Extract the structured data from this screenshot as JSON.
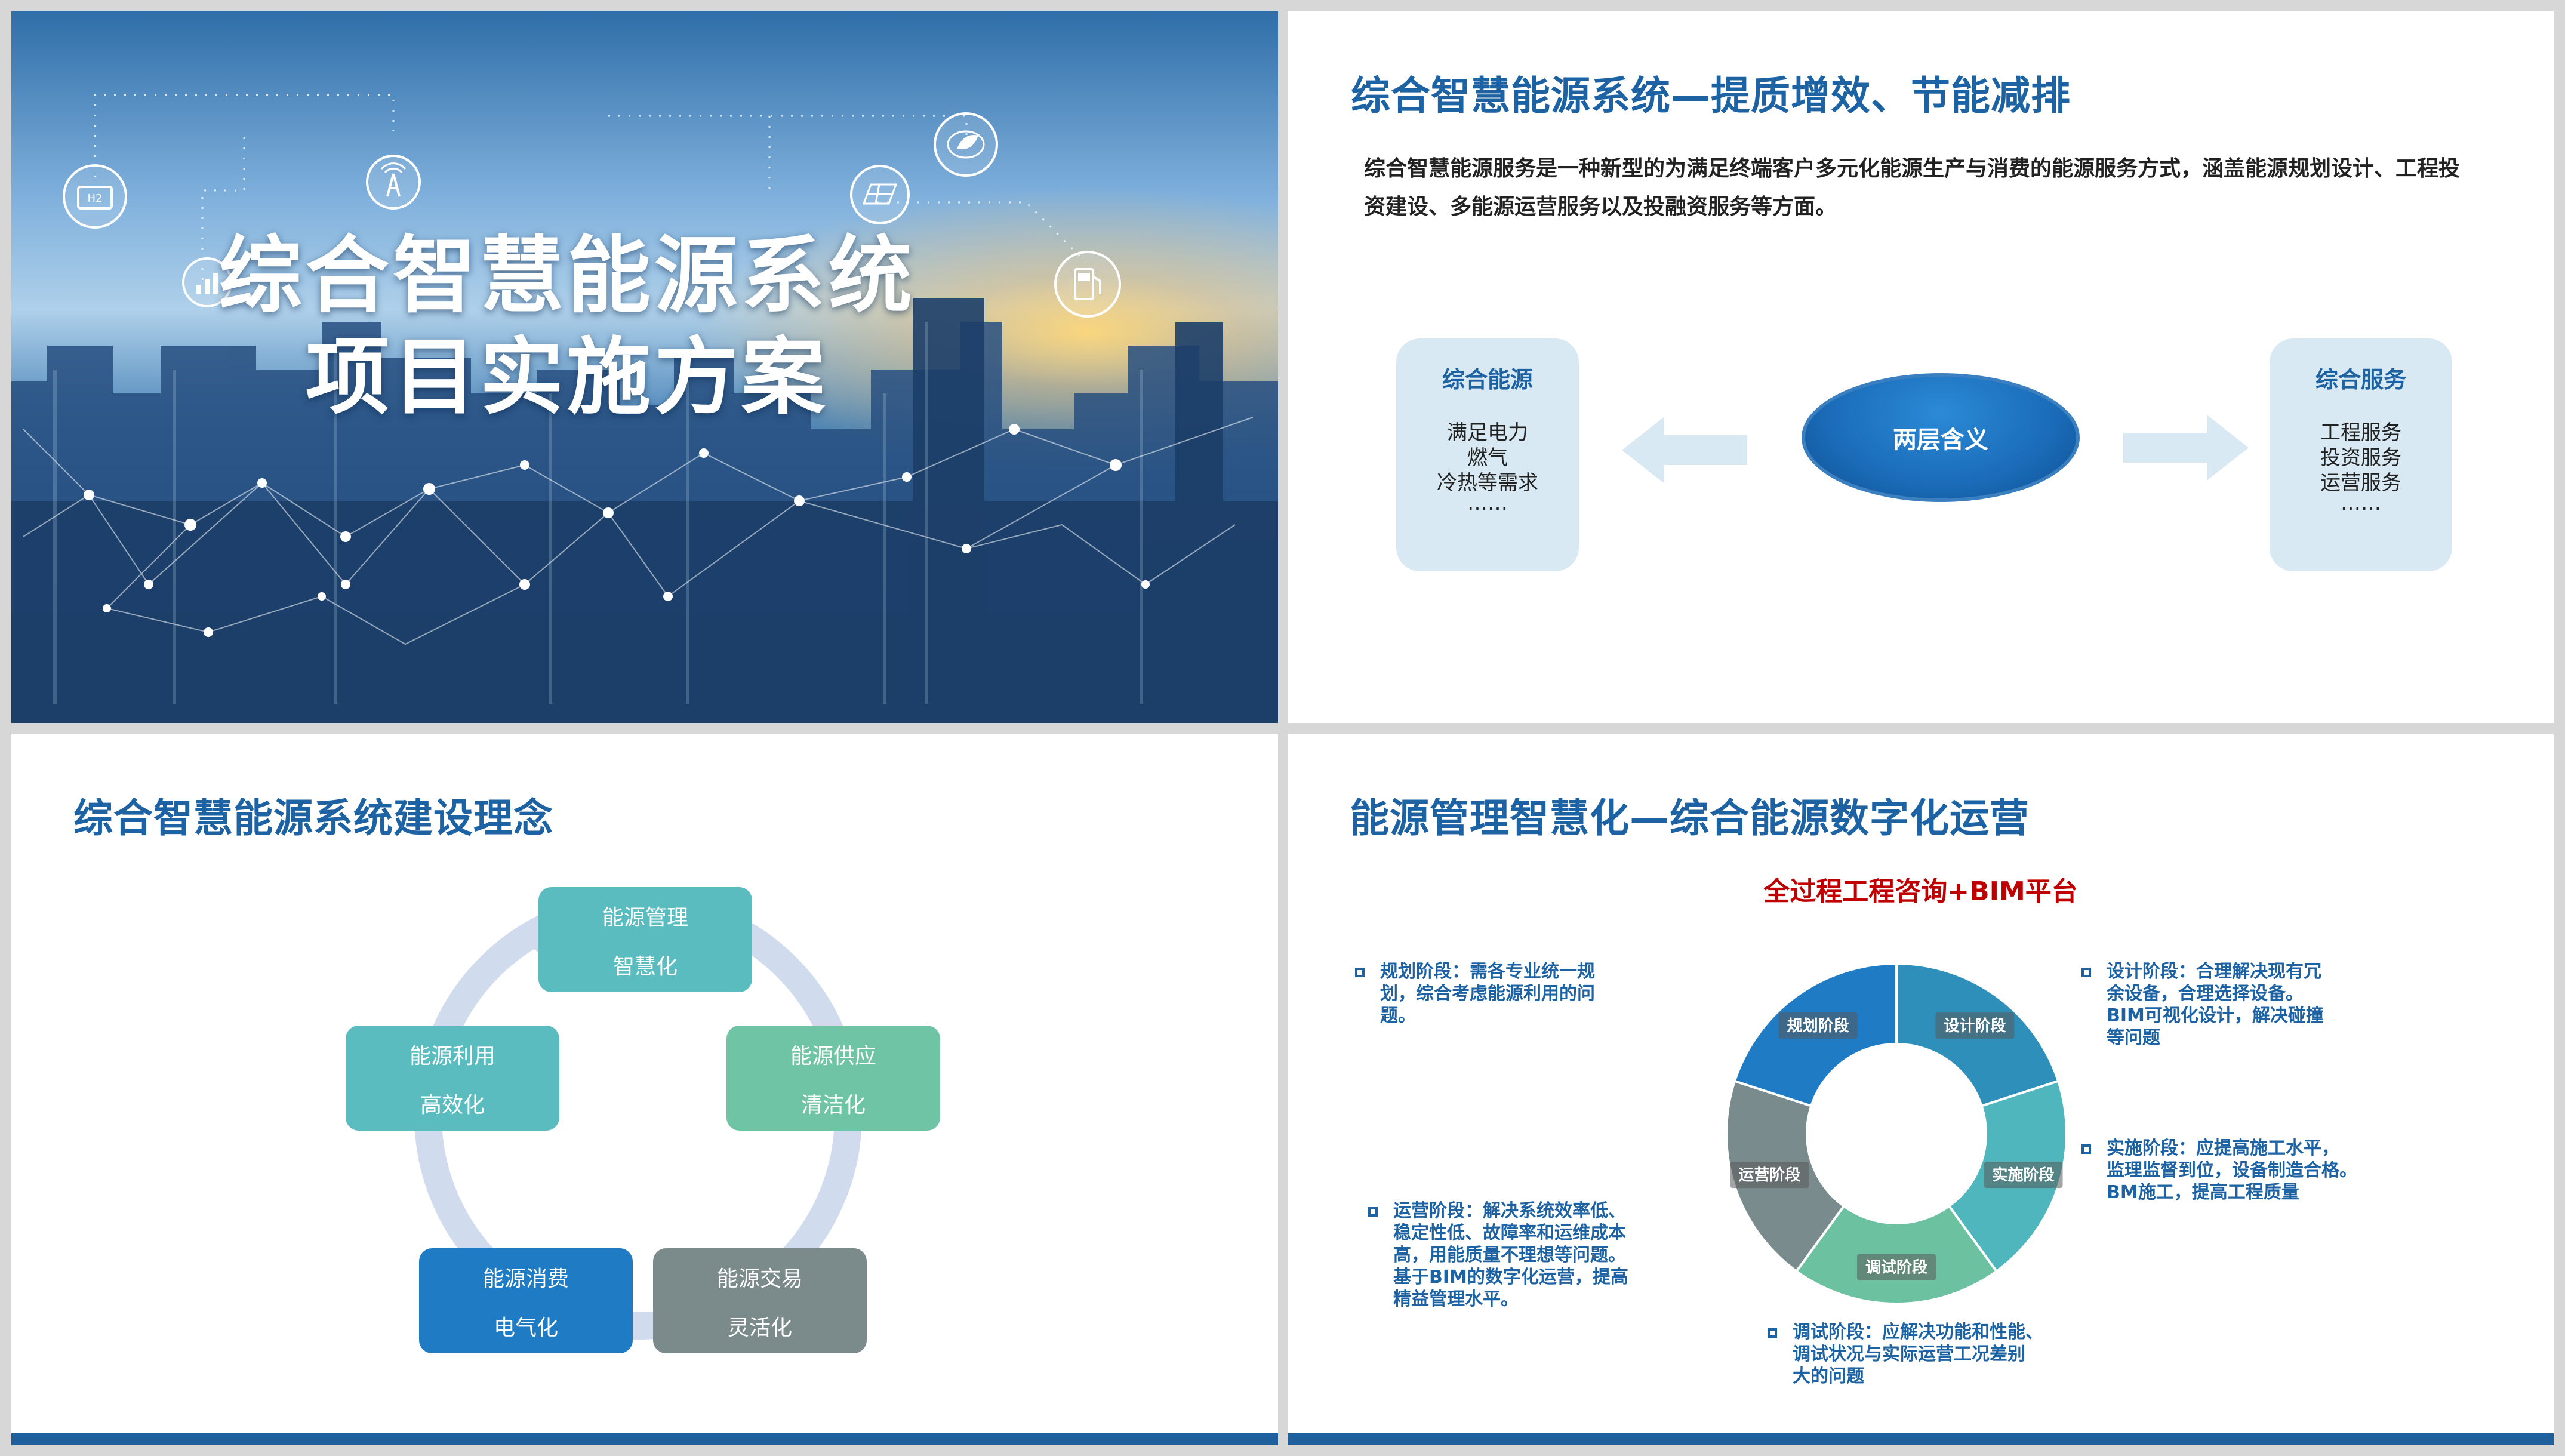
{
  "colors": {
    "title_blue": "#1d63a4",
    "accent_red": "#c00000",
    "box_bg": "#d8e9f3",
    "footer": "#1e5f9c"
  },
  "slide1": {
    "title_line1": "综合智慧能源系统",
    "title_line2": "项目实施方案",
    "icons": [
      "hydrogen-battery-icon",
      "signal-tower-icon",
      "bar-chart-icon",
      "solar-panel-icon",
      "leaf-globe-icon",
      "fuel-station-icon"
    ]
  },
  "slide2": {
    "title": "综合智慧能源系统—提质增效、节能减排",
    "intro": "综合智慧能源服务是一种新型的为满足终端客户多元化能源生产与消费的能源服务方式，涵盖能源规划设计、工程投资建设、多能源运营服务以及投融资服务等方面。",
    "left_box": {
      "title": "综合能源",
      "items": [
        "满足电力",
        "燃气",
        "冷热等需求",
        "……"
      ]
    },
    "center": "两层含义",
    "right_box": {
      "title": "综合服务",
      "items": [
        "工程服务",
        "投资服务",
        "运营服务",
        "……"
      ]
    }
  },
  "slide3": {
    "title": "综合智慧能源系统建设理念",
    "nodes": [
      {
        "line1": "能源管理",
        "line2": "智慧化",
        "color": "#5bbcc0"
      },
      {
        "line1": "能源供应",
        "line2": "清洁化",
        "color": "#6ec4a5"
      },
      {
        "line1": "能源交易",
        "line2": "灵活化",
        "color": "#7b8a8b"
      },
      {
        "line1": "能源消费",
        "line2": "电气化",
        "color": "#1e7bc4"
      },
      {
        "line1": "能源利用",
        "line2": "高效化",
        "color": "#5bbcc0"
      }
    ]
  },
  "slide4": {
    "title": "能源管理智慧化—综合能源数字化运营",
    "subtitle": "全过程工程咨询+BIM平台",
    "phases": {
      "plan": [
        "规划阶段：需各专业统一规",
        "划，综合考虑能源利用的问",
        "题。"
      ],
      "design": [
        "设计阶段：合理解决现有冗",
        "余设备，合理选择设备。",
        "BIM可视化设计，解决碰撞",
        "等问题"
      ],
      "build": [
        "实施阶段：应提高施工水平，",
        "监理监督到位，设备制造合格。",
        "BM施工，提高工程质量"
      ],
      "test": [
        "调试阶段：应解决功能和性能、",
        "调试状况与实际运营工况差别",
        "大的问题"
      ],
      "operate": [
        "运营阶段：解决系统效率低、",
        "稳定性低、故障率和运维成本",
        "高，用能质量不理想等问题。",
        "基于BIM的数字化运营，提高",
        "精益管理水平。"
      ]
    }
  },
  "chart_data": {
    "type": "pie",
    "donut": true,
    "categories": [
      "设计阶段",
      "实施阶段",
      "调试阶段",
      "运营阶段",
      "规划阶段"
    ],
    "values": [
      20,
      20,
      20,
      20,
      20
    ],
    "colors": [
      "#2e8fba",
      "#4fb6bd",
      "#6cc1a1",
      "#7a8b8d",
      "#1e7bc4"
    ]
  }
}
